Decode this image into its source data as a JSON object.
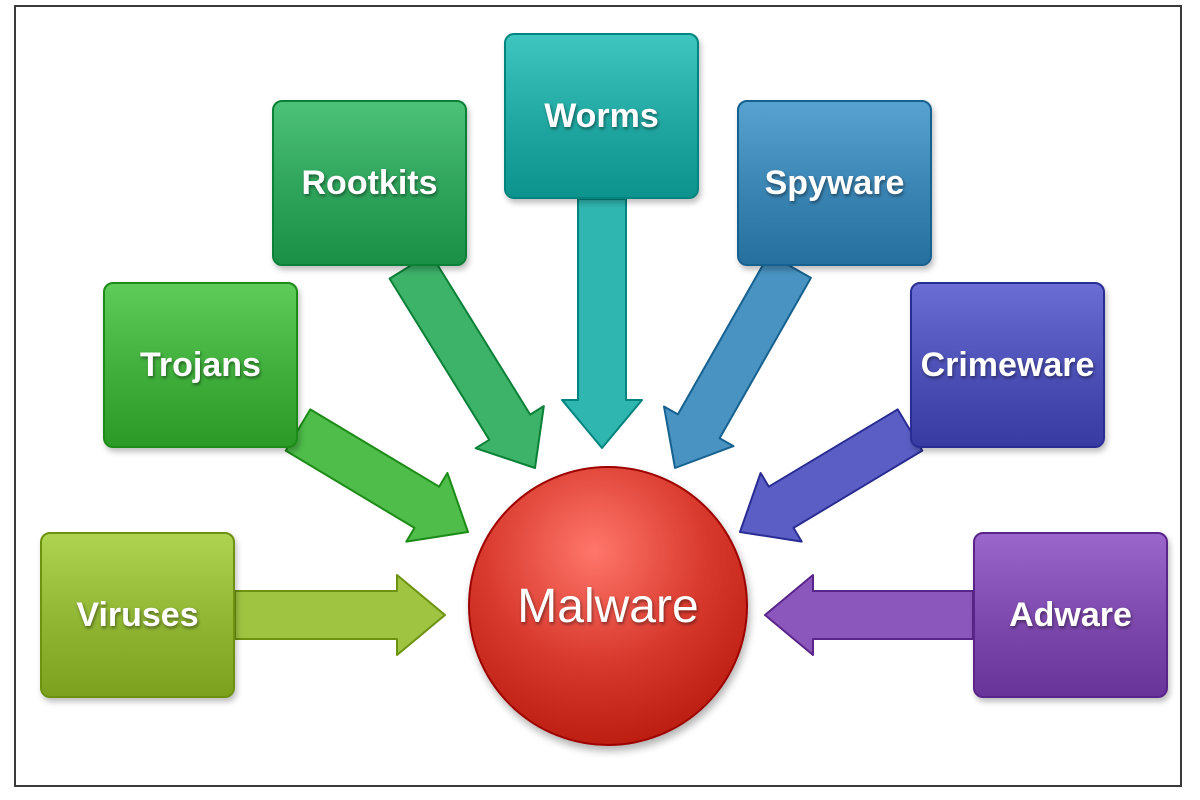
{
  "diagram": {
    "center": {
      "label": "Malware",
      "color": "#d93a2e"
    },
    "nodes": [
      {
        "id": "viruses",
        "label": "Viruses",
        "color": "#8fb533"
      },
      {
        "id": "trojans",
        "label": "Trojans",
        "color": "#3fae3b"
      },
      {
        "id": "rootkits",
        "label": "Rootkits",
        "color": "#2ea35a"
      },
      {
        "id": "worms",
        "label": "Worms",
        "color": "#21a7a1"
      },
      {
        "id": "spyware",
        "label": "Spyware",
        "color": "#3a84b3"
      },
      {
        "id": "crimeware",
        "label": "Crimeware",
        "color": "#4c50b6"
      },
      {
        "id": "adware",
        "label": "Adware",
        "color": "#7d48ad"
      }
    ],
    "edges": [
      {
        "from": "viruses",
        "to": "malware"
      },
      {
        "from": "trojans",
        "to": "malware"
      },
      {
        "from": "rootkits",
        "to": "malware"
      },
      {
        "from": "worms",
        "to": "malware"
      },
      {
        "from": "spyware",
        "to": "malware"
      },
      {
        "from": "crimeware",
        "to": "malware"
      },
      {
        "from": "adware",
        "to": "malware"
      }
    ]
  }
}
